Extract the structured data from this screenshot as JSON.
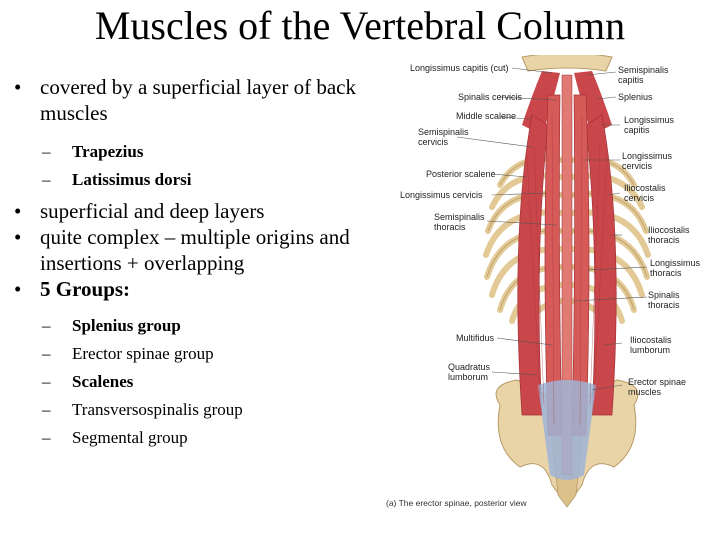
{
  "slide": {
    "title": "Muscles of the Vertebral Column",
    "bullets": [
      {
        "text": "covered by a superficial layer of back muscles"
      },
      {
        "text": "Trapezius"
      },
      {
        "text": "Latissimus dorsi"
      },
      {
        "text": "superficial and deep layers"
      },
      {
        "text": "quite complex – multiple origins and insertions + overlapping"
      },
      {
        "text": "5 Groups:"
      },
      {
        "text": "Splenius group"
      },
      {
        "text": "Erector spinae group"
      },
      {
        "text": "Scalenes"
      },
      {
        "text": "Transversospinalis group"
      },
      {
        "text": "Segmental group"
      }
    ],
    "bullet_glyph": "•",
    "dash_glyph": "–"
  },
  "figure": {
    "labels_left": {
      "longissimus_capitis_cut": "Longissimus capitis (cut)",
      "spinalis_cervicis": "Spinalis cervicis",
      "middle_scalene": "Middle scalene",
      "semispinalis_cervicis": "Semispinalis\ncervicis",
      "posterior_scalene": "Posterior scalene",
      "longissimus_cervicis": "Longissimus cervicis",
      "semispinalis_thoracis": "Semispinalis\nthoracis",
      "multifidus": "Multifidus",
      "quadratus_lumborum": "Quadratus\nlumborum"
    },
    "labels_right": {
      "semispinalis_capitis": "Semispinalis\ncapitis",
      "splenius": "Splenius",
      "longissimus_capitis": "Longissimus\ncapitis",
      "longissimus_cervicis": "Longissimus\ncervicis",
      "iliocostalis_cervicis": "Iliocostalis\ncervicis",
      "iliocostalis_thoracis": "Iliocostalis\nthoracis",
      "longissimus_thoracis": "Longissimus\nthoracis",
      "spinalis_thoracis": "Spinalis\nthoracis",
      "iliocostalis_lumborum": "Iliocostalis\nlumborum",
      "erector_spinae_muscles": "Erector spinae\nmuscles"
    },
    "caption": "(a) The erector spinae, posterior view",
    "colors": {
      "muscle": "#c9464a",
      "muscle_light": "#e07a72",
      "bone": "#e9d4a8",
      "bone_edge": "#b89a66",
      "tendon": "#9fb4d6"
    }
  }
}
